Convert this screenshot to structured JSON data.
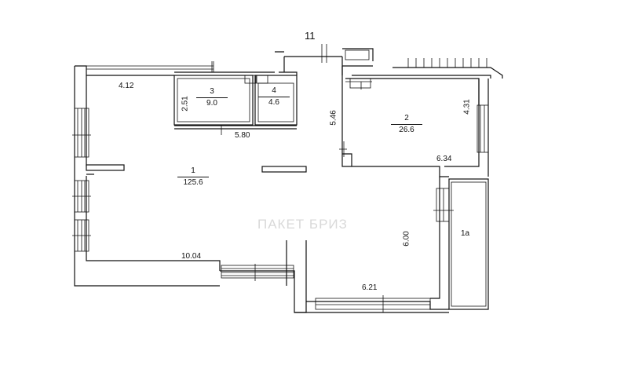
{
  "plan": {
    "sheet_number": "11",
    "rooms": [
      {
        "id": "1",
        "area": "125.6"
      },
      {
        "id": "2",
        "area": "26.6"
      },
      {
        "id": "3",
        "area": "9.0"
      },
      {
        "id": "4",
        "area": "4.6"
      },
      {
        "id": "1a",
        "area": ""
      }
    ],
    "dimensions": {
      "d_4_12": "4.12",
      "d_2_51": "2.51",
      "d_5_80": "5.80",
      "d_5_46": "5.46",
      "d_4_31": "4.31",
      "d_6_34": "6.34",
      "d_6_00": "6.00",
      "d_10_04": "10.04",
      "d_6_21": "6.21"
    },
    "watermark": "ПАКЕТ БРИЗ"
  }
}
